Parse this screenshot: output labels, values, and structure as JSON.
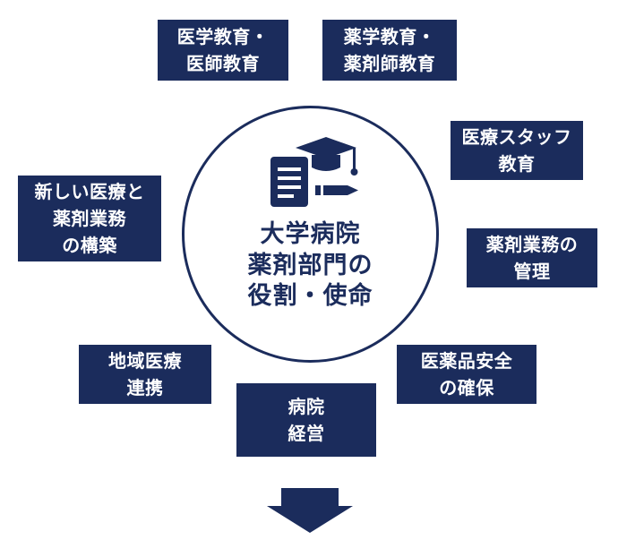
{
  "diagram": {
    "colors": {
      "navy": "#1b2c5c",
      "background": "#ffffff",
      "node_text": "#ffffff"
    },
    "center": {
      "title": "大学病院\n薬剤部門の\n役割・使命",
      "icon": "graduation-cap-documents-icon"
    },
    "nodes": [
      {
        "id": "medical-education",
        "label": "医学教育・\n医師教育"
      },
      {
        "id": "pharmacy-education",
        "label": "薬学教育・\n薬剤師教育"
      },
      {
        "id": "medical-staff-education",
        "label": "医療スタッフ\n教育"
      },
      {
        "id": "pharmacy-ops-management",
        "label": "薬剤業務の\n管理"
      },
      {
        "id": "new-medical-pharmacy",
        "label": "新しい医療と\n薬剤業務\nの構築"
      },
      {
        "id": "regional-cooperation",
        "label": "地域医療\n連携"
      },
      {
        "id": "hospital-management",
        "label": "病院\n経営"
      },
      {
        "id": "drug-safety",
        "label": "医薬品安全\nの確保"
      }
    ],
    "footer_icon": "down-arrow-icon"
  }
}
